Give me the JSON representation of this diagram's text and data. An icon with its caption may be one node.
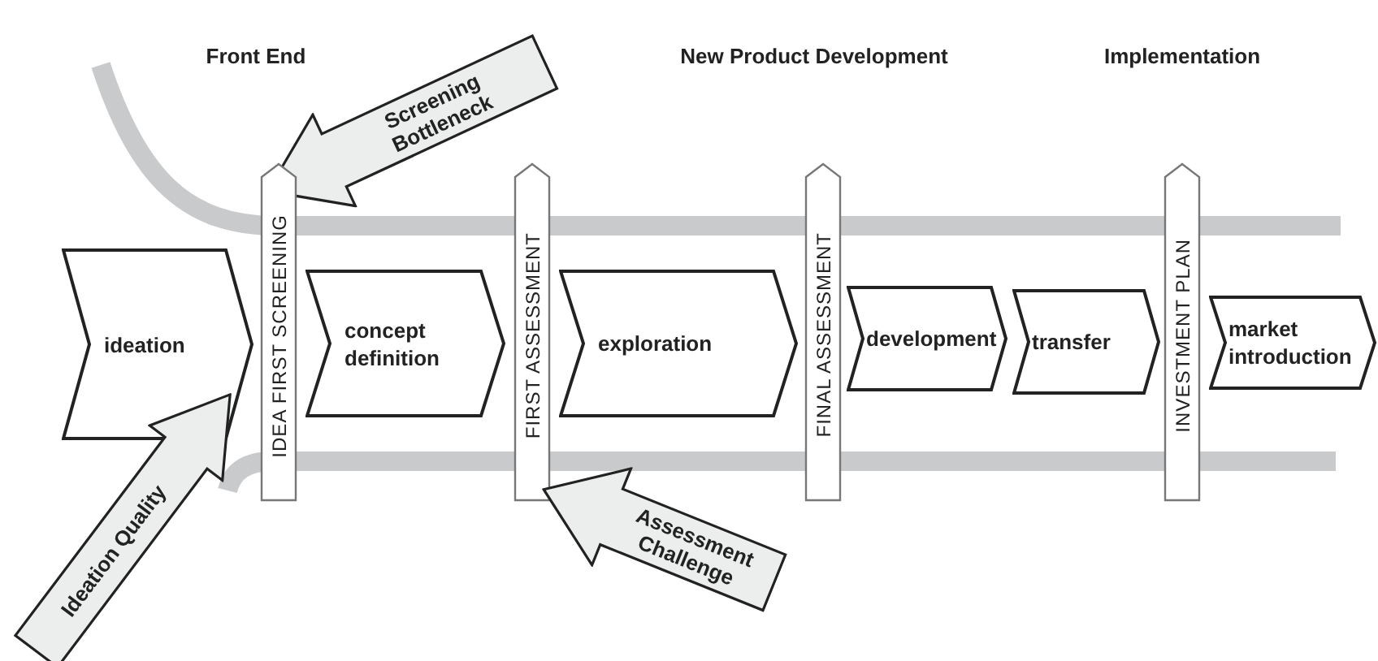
{
  "diagram": {
    "nodes": [
      {
        "text": [
          "Screening Bottleneck"
        ]
      },
      {
        "text": [
          "ideation"
        ]
      },
      {
        "text": [
          "IDEA FIRST SCREENING"
        ]
      },
      {
        "text": [
          "concept definition"
        ]
      },
      {
        "text": [
          "FIRST ASSESSMENT"
        ]
      },
      {
        "text": [
          "exploration"
        ]
      },
      {
        "text": [
          "FINAL ASSESSMENT"
        ]
      },
      {
        "text": [
          "development"
        ]
      },
      {
        "text": [
          "transfer"
        ]
      },
      {
        "text": [
          "INVESTMENT PLAN"
        ]
      },
      {
        "text": [
          "market introduction"
        ]
      },
      {
        "text": [
          "Ideation Quality"
        ]
      },
      {
        "text": [
          "Assessment Challenge"
        ]
      }
    ],
    "labels": [
      "Front End",
      "New Product Development",
      "Implementation"
    ]
  }
}
